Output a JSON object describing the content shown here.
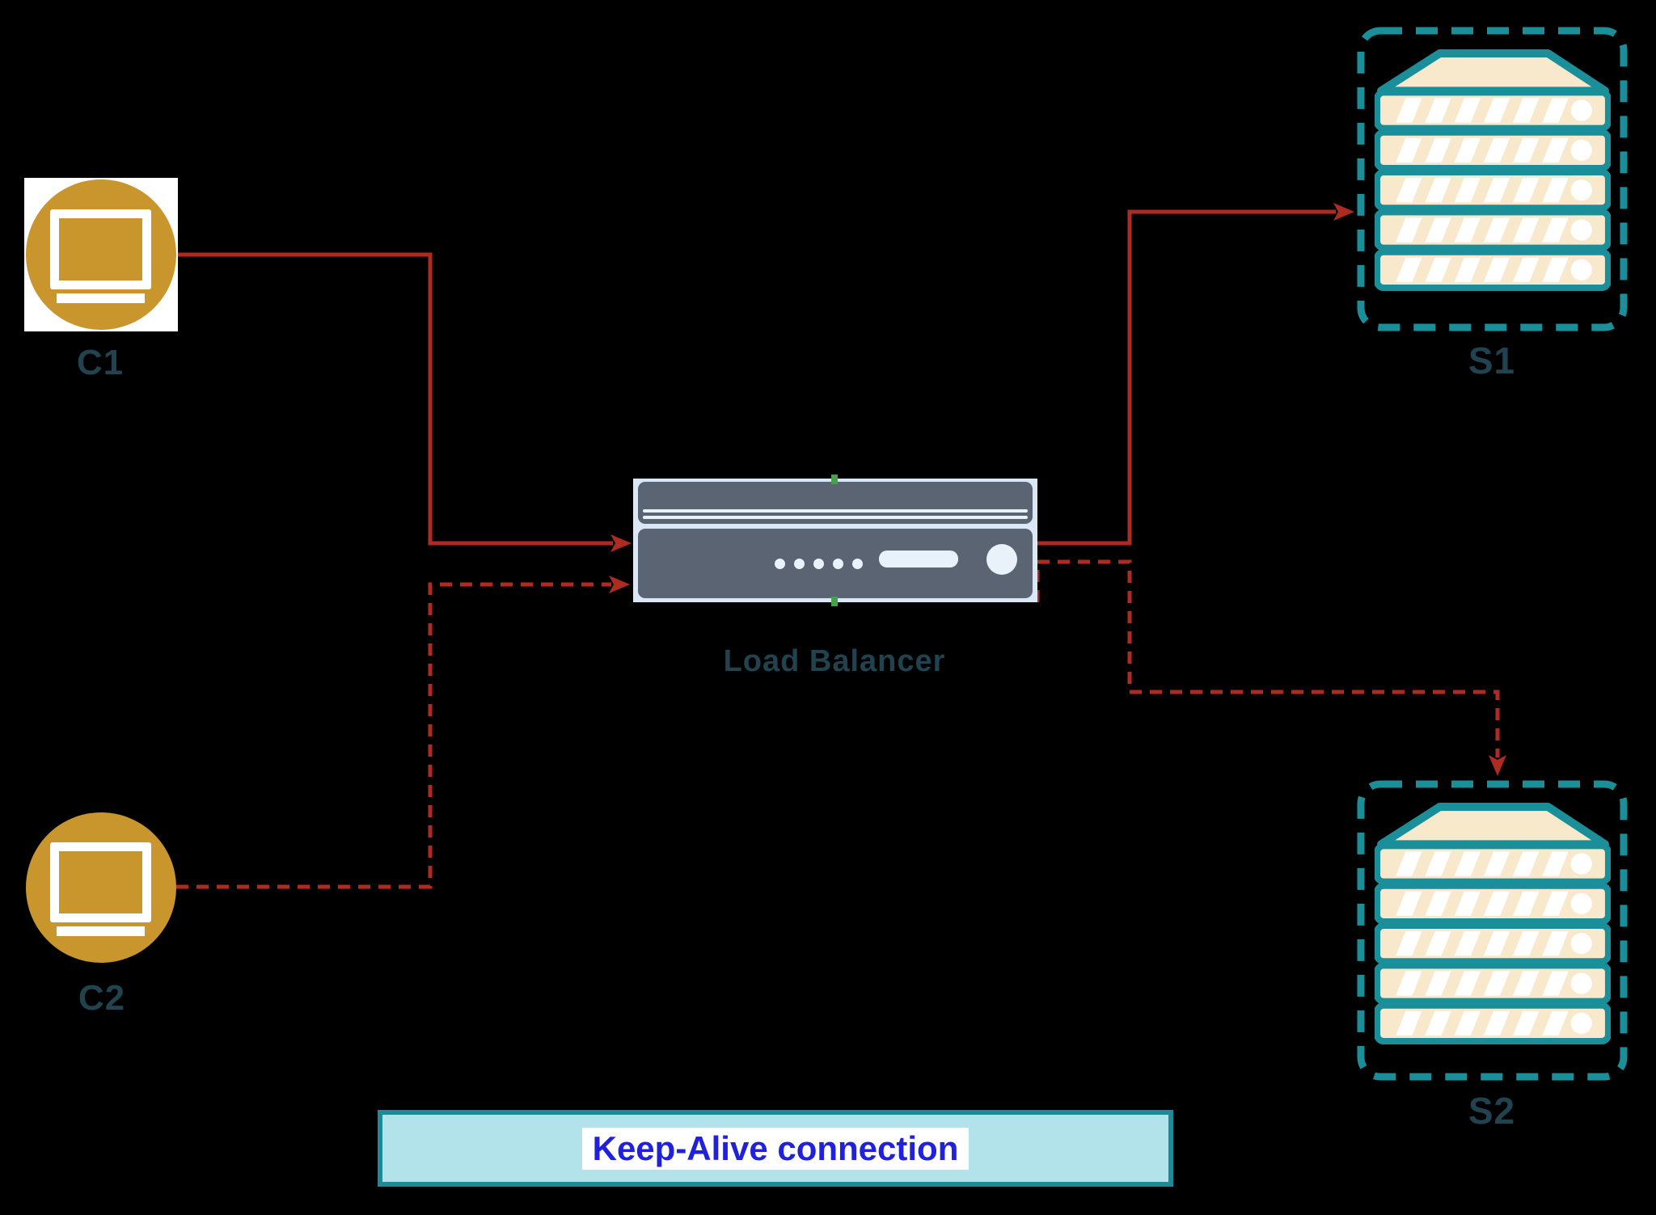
{
  "diagram": {
    "nodes": {
      "c1": {
        "label": "C1",
        "type": "client"
      },
      "c2": {
        "label": "C2",
        "type": "client"
      },
      "load_balancer": {
        "label": "Load Balancer",
        "type": "load-balancer"
      },
      "s1": {
        "label": "S1",
        "type": "server-rack"
      },
      "s2": {
        "label": "S2",
        "type": "server-rack"
      }
    },
    "connections": [
      {
        "from": "C1",
        "to": "Load Balancer",
        "style": "solid"
      },
      {
        "from": "C2",
        "to": "Load Balancer",
        "style": "dashed"
      },
      {
        "from": "Load Balancer",
        "to": "S1",
        "style": "solid"
      },
      {
        "from": "Load Balancer",
        "to": "S2",
        "style": "dashed"
      }
    ],
    "legend": {
      "label": "Keep-Alive connection"
    },
    "colors": {
      "background": "#000000",
      "arrow_red": "#AE2B22",
      "client_gold": "#C9962E",
      "server_teal": "#1A8F99",
      "server_cream": "#F8E9CD",
      "lb_gray": "#5A6472",
      "lb_panel_blue": "#D9E7F6",
      "label_slate": "#21424F",
      "legend_bg": "#B2E3EA",
      "legend_text_blue": "#2020DF",
      "connection_point_green": "#46A24A"
    }
  }
}
